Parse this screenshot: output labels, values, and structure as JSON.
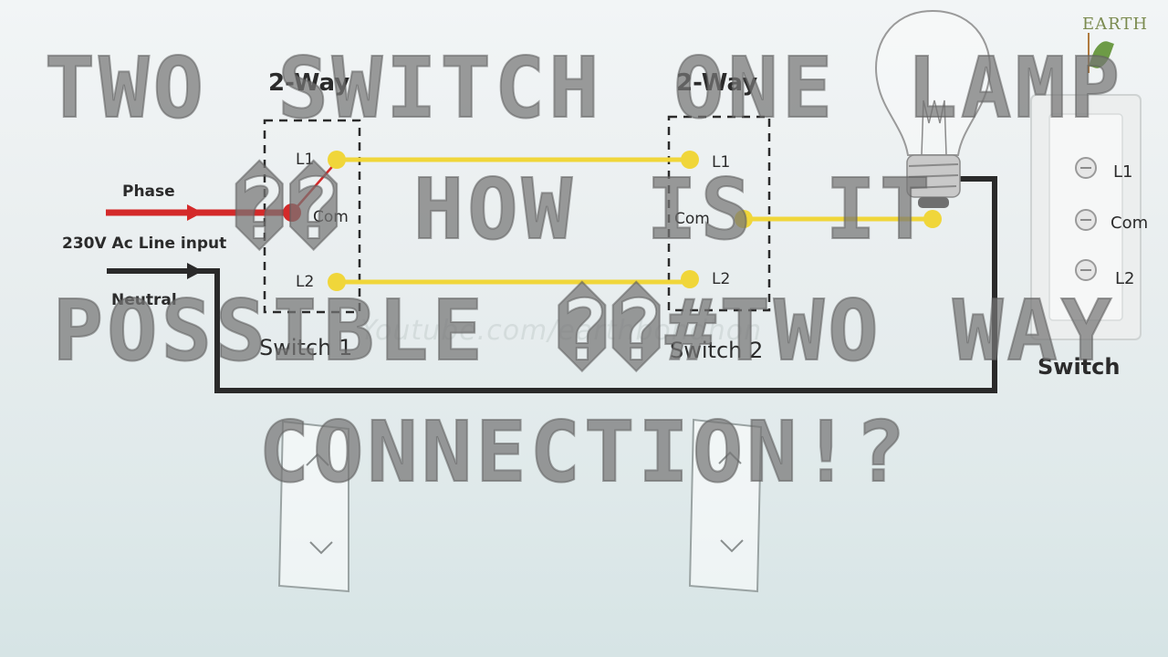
{
  "logo": {
    "text": "EARTH"
  },
  "switch1": {
    "heading": "2-Way",
    "name": "Switch 1",
    "l1": "L1",
    "com": "Com",
    "l2": "L2"
  },
  "switch2": {
    "heading": "2-Way",
    "name": "Switch 2",
    "l1": "L1",
    "com": "Com",
    "l2": "L2"
  },
  "input": {
    "phase": "Phase",
    "line": "230V Ac Line input",
    "neutral": "Neutral"
  },
  "photo_switch": {
    "l1": "L1",
    "com": "Com",
    "l2": "L2",
    "name": "Switch"
  },
  "watermark": "Youtube.com/earthbondhon",
  "overlay_title": "TWO SWITCH ONE LAMP �� HOW IS IT POSSIBLE ��#TWO WAY CONNECTION!?",
  "colors": {
    "phase": "#d42a2a",
    "traveler": "#f0d63a",
    "neutral": "#2a2a2a"
  }
}
